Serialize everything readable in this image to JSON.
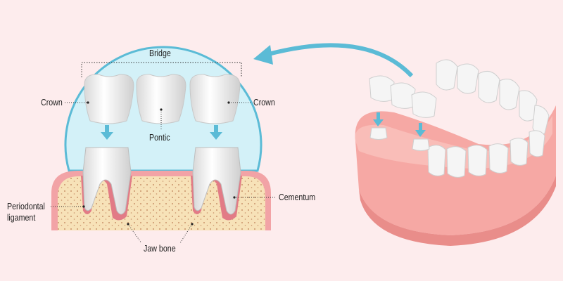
{
  "labels": {
    "bridge": "Bridge",
    "crown_left": "Crown",
    "crown_right": "Crown",
    "pontic": "Pontic",
    "cementum": "Cementum",
    "periodontal_line1": "Periodontal",
    "periodontal_line2": "ligament",
    "jaw_bone": "Jaw bone"
  },
  "colors": {
    "background": "#fdeced",
    "circle_fill": "#d3f1f8",
    "accent_blue": "#5bbbd6",
    "gum": "#f2a3a6",
    "gum_dark": "#e27b86",
    "bone": "#f7e2b8",
    "tooth": "#f2f2f2"
  }
}
